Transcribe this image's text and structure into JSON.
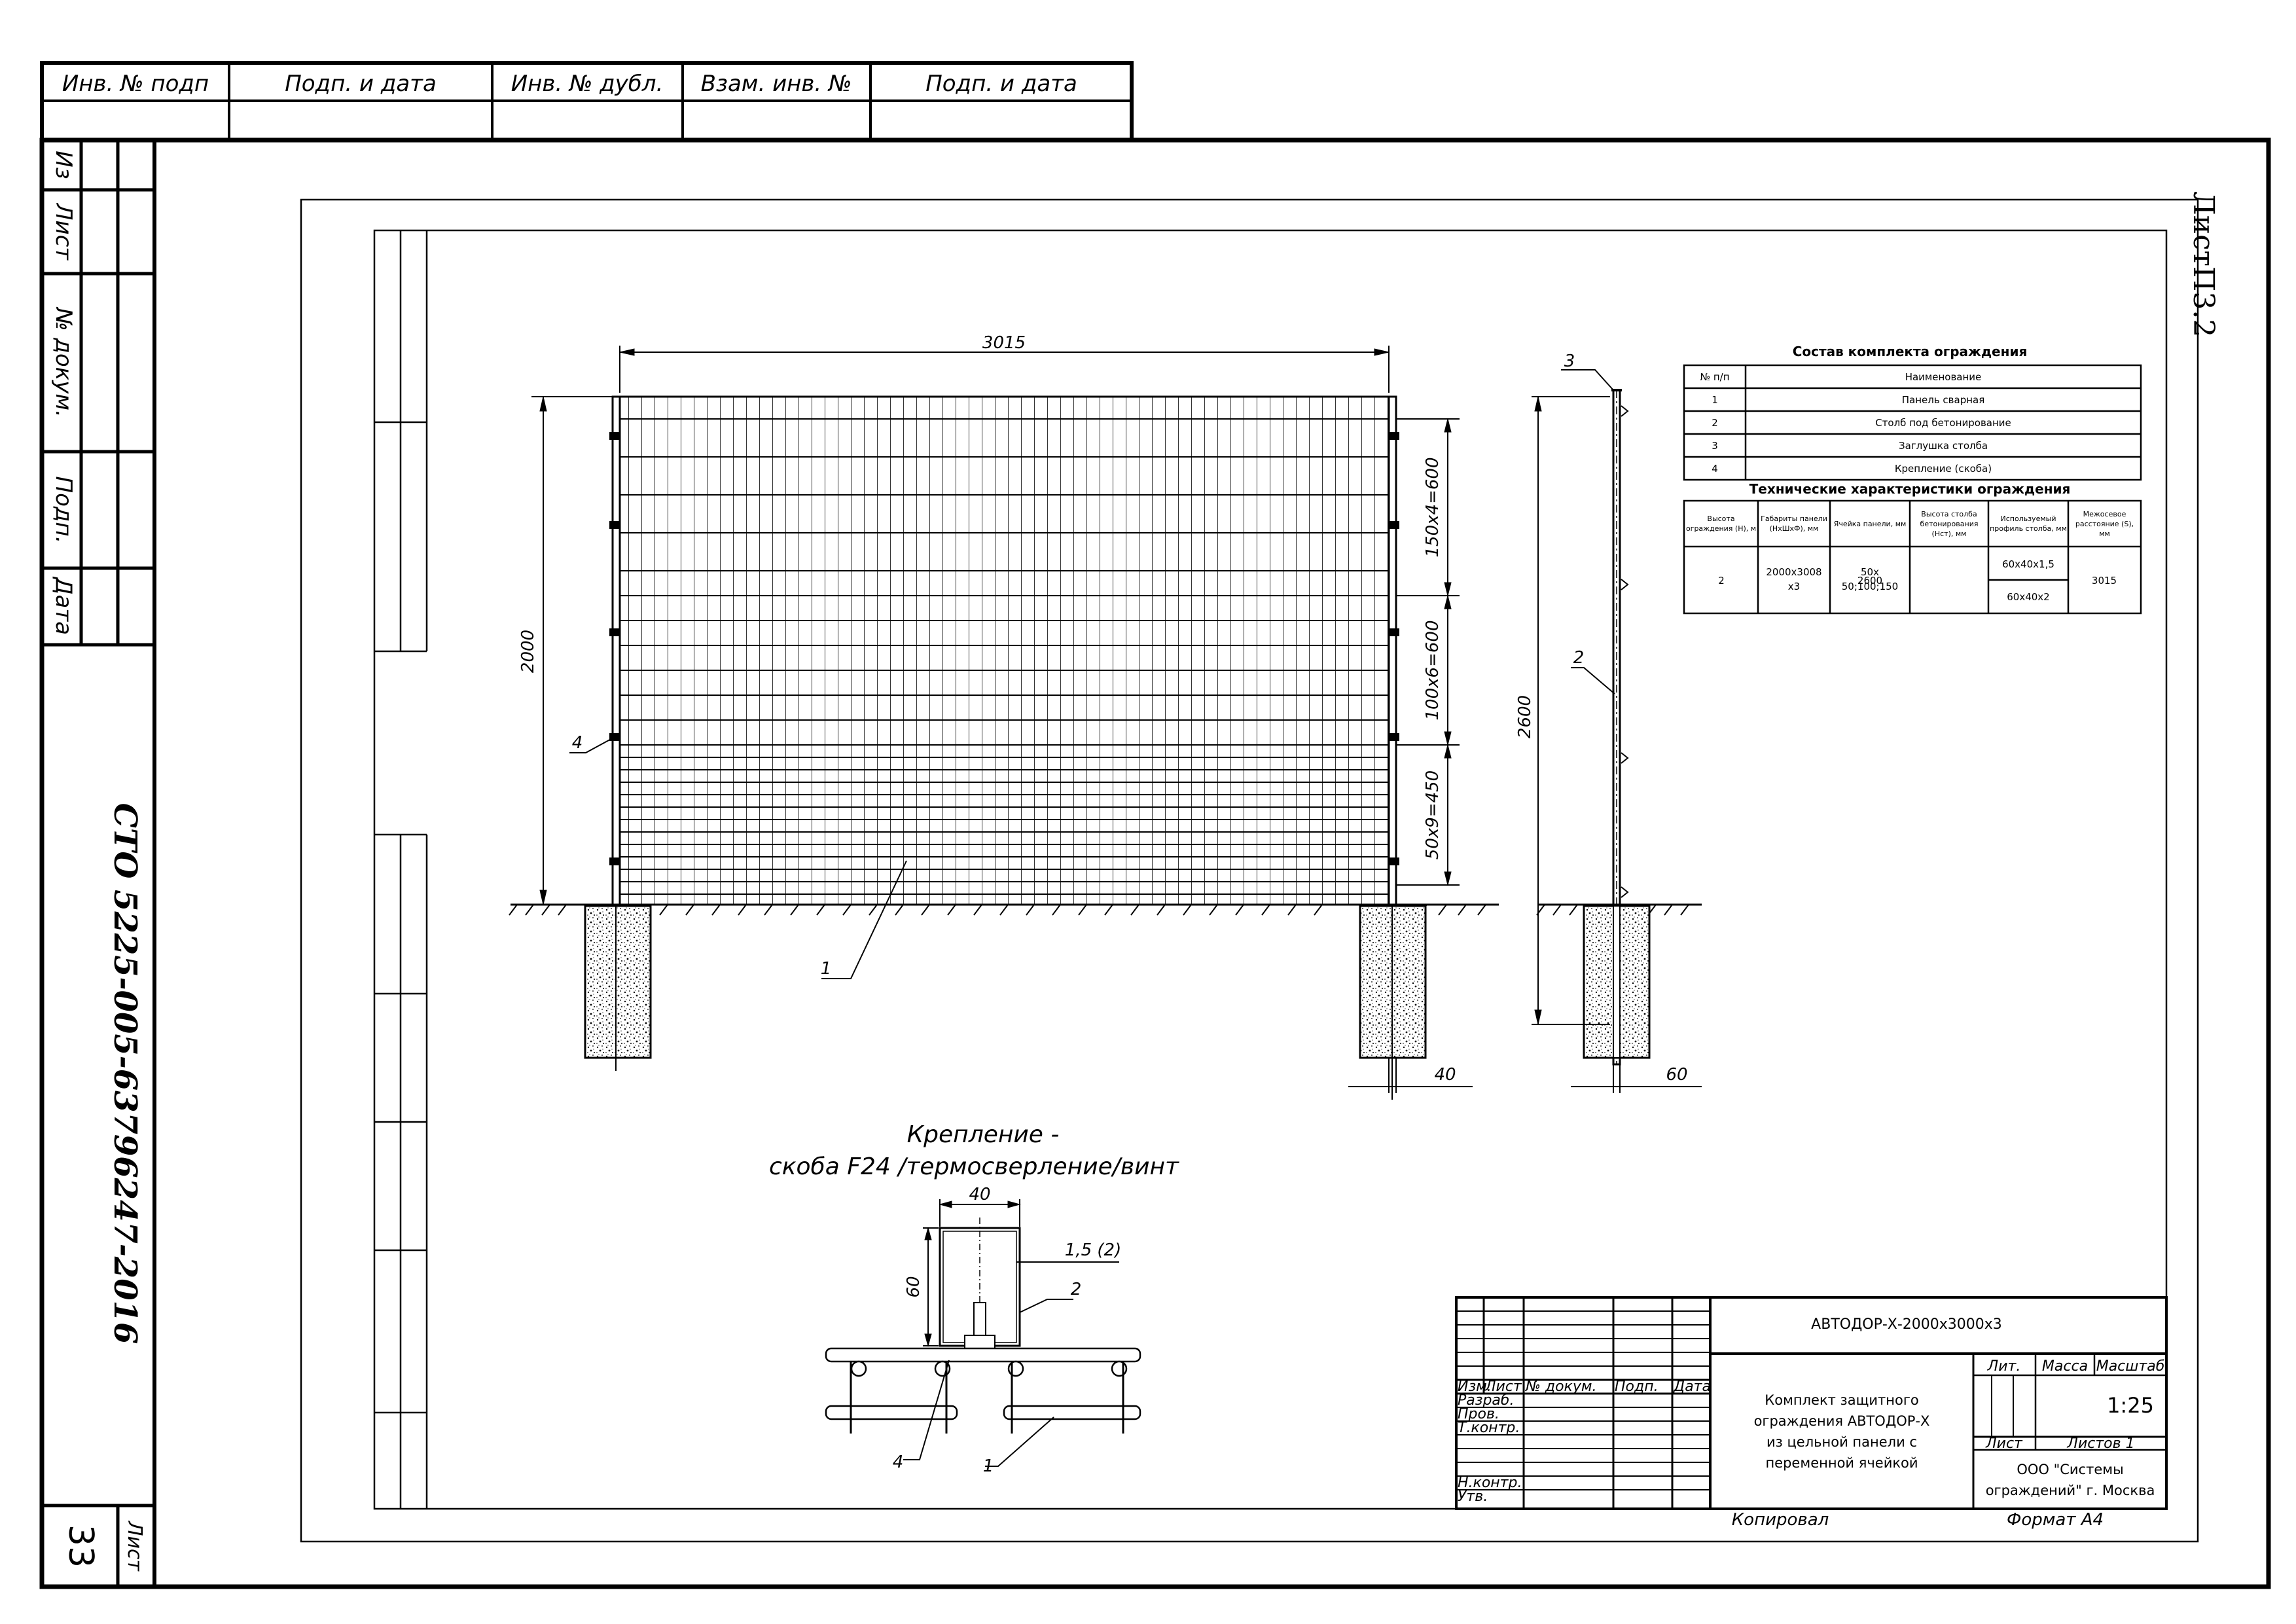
{
  "top_stamp": {
    "headers": [
      "Инв. № подп",
      "Подп. и дата",
      "Инв. № дубл.",
      "Взам. инв. №",
      "Подп. и дата"
    ]
  },
  "left_strip": {
    "labels": [
      "Из",
      "Лист",
      "№ докум.",
      "Подп.",
      "Дата"
    ],
    "document_code": "СТО 5225-005-63796247-2016",
    "sheet_label": "Лист",
    "page_number": "33"
  },
  "sheet_ref": "ЛистП3.2",
  "drawing": {
    "front_view": {
      "width_dim": "3015",
      "height_dim": "2000",
      "seg_top": "150х4=600",
      "seg_mid": "100х6=600",
      "seg_bot": "50х9=450",
      "post_dim": "40",
      "leader_panel": "1",
      "leader_bracket": "4"
    },
    "side_view": {
      "height_dim": "2600",
      "post_dim": "60",
      "leader_cap": "3",
      "leader_post": "2"
    },
    "detail": {
      "title_line1": "Крепление -",
      "title_line2": "скоба  F24 /термосверление/винт",
      "width_dim": "40",
      "height_dim": "60",
      "wall_dim": "1,5 (2)",
      "leader_post": "2",
      "leader_bracket": "4",
      "leader_panel": "1"
    }
  },
  "composition_table": {
    "title": "Состав комплекта ограждения",
    "headers": [
      "№ п/п",
      "Наименование"
    ],
    "rows": [
      [
        "1",
        "Панель сварная"
      ],
      [
        "2",
        "Столб под бетонирование"
      ],
      [
        "3",
        "Заглушка столба"
      ],
      [
        "4",
        "Крепление (скоба)"
      ]
    ]
  },
  "tech_table": {
    "title": "Технические характеристики ограждения",
    "headers": [
      "Высота ограждения (Н), м",
      "Габариты панели (НхШхФ), мм",
      "Ячейка панели, мм",
      "Высота столба бетонирования (Нст), мм",
      "Используемый профиль столба, мм",
      "Межосевое расстояние (S), мм"
    ],
    "row": {
      "height": "2",
      "panel": "2000х3008 х3",
      "cell": "50х 50;100;150",
      "post_height": "2600",
      "profile_1": "60х40х1,5",
      "profile_2": "60х40х2",
      "spacing": "3015"
    }
  },
  "title_block": {
    "designation": "АВТОДОР-Х-2000х3000х3",
    "col_headers": [
      "Изм.",
      "Лист",
      "№ докум.",
      "Подп.",
      "Дата"
    ],
    "row_labels": [
      "Разраб.",
      "Пров.",
      "Т.контр.",
      "",
      "Н.контр.",
      "Утв."
    ],
    "name": "Комплект защитного ограждения АВТОДОР-Х из цельной панели с переменной ячейкой",
    "lit_label": "Лит.",
    "mass_label": "Масса",
    "scale_label": "Масштаб",
    "scale_value": "1:25",
    "sheet_label": "Лист",
    "sheets_label": "Листов 1",
    "company": "ООО \"Системы ограждений\" г. Москва",
    "copied": "Копировал",
    "format": "Формат А4"
  }
}
